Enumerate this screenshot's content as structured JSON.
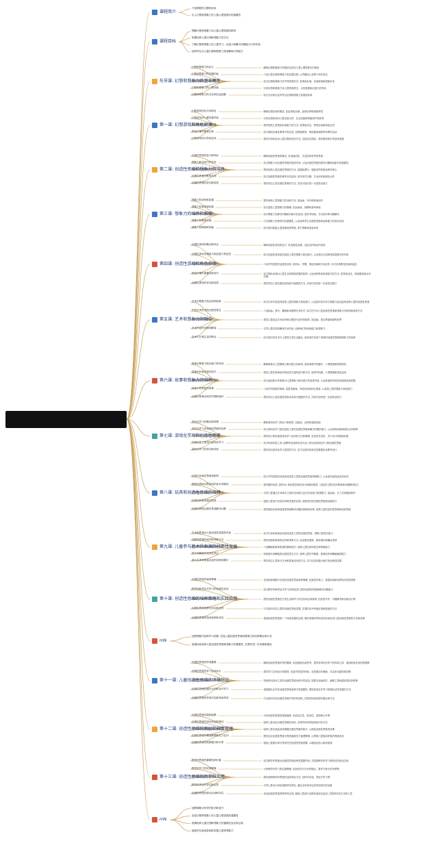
{
  "root": {
    "label": ""
  },
  "colors": {
    "line": "#c9a15a",
    "chapter_text": "#1a3a7a",
    "root_bg": "#111111",
    "icon_blue": "#3b78c4",
    "icon_orange": "#f0a33a",
    "icon_teal": "#43a5a0",
    "icon_red": "#d9533b",
    "icon_gray": "#9aa3ad"
  },
  "chapters": [
    {
      "title": "课程简介",
      "icon": "book-icon",
      "color": "#3b78c4",
      "items": [
        {
          "text": "介绍课程的主题和目标",
          "detail": ""
        },
        {
          "text": "引入幻想和想象力在儿童心理发展中的重要性",
          "detail": ""
        }
      ]
    },
    {
      "title": "课程目标",
      "icon": "target-icon",
      "color": "#3b78c4",
      "items": [
        {
          "text": "理解幻想和想象力对儿童心理发展的影响",
          "detail": ""
        },
        {
          "text": "掌握培养儿童幻想和想象力的方法",
          "detail": ""
        },
        {
          "text": "了解幻想和想象力在儿童学习、创造力和解决问题能力中的作用",
          "detail": ""
        },
        {
          "text": "培养学生对儿童幻想和想象力的观察和引导能力",
          "detail": ""
        }
      ]
    },
    {
      "title": "先导课: 幻想和想象力的基本概念",
      "icon": "lightbulb-icon",
      "color": "#f0a33a",
      "items": [
        {
          "text": "幻想和想象力的定义",
          "detail": "解释幻想和想象力的概念及其在儿童心理发展中的角色"
        },
        {
          "text": "幻想和想象力的发展阶段",
          "detail": "介绍儿童幻想和想象力的发展过程, 从早期幼儿到青少年的变化"
        },
        {
          "text": "幻想和想象力的表现形式",
          "detail": "探讨幻想和想象力的不同表现形式, 如角色扮演、创造故事和想象未来"
        },
        {
          "text": "幻想和想象力的心理功能",
          "detail": "分析幻想和想象力对儿童情感表达、认知发展和创造力的作用"
        },
        {
          "text": "幻想和想象力的文化和社会因素",
          "detail": "探讨文化和社会环境对幻想和想象力发展的影响"
        }
      ]
    },
    {
      "title": "第一课: 幻想游戏和角色扮演",
      "icon": "puzzle-icon",
      "color": "#3b78c4",
      "items": [
        {
          "text": "幻想游戏的定义和特征",
          "detail": "解释幻想游戏的概念, 包括角色扮演、虚拟世界和想象情境"
        },
        {
          "text": "幻想游戏的心理发展作用",
          "detail": "分析幻想游戏对儿童自我认同、社交技能和情绪调节的影响"
        },
        {
          "text": "角色扮演的技巧和策略",
          "detail": "提供培养儿童角色扮演能力的方法, 如角色设定、情境创设和角色交流"
        },
        {
          "text": "角色扮演的教育应用",
          "detail": "探讨角色扮演在教育中的应用, 如情感教育、角色模拟和跨学科教学活动"
        },
        {
          "text": "幻想游戏的引导和支持",
          "detail": "提供引导和支持儿童幻想游戏的方法, 包括设定规则、提供素材和引导游戏发展"
        }
      ]
    },
    {
      "title": "第二课: 创造性思维和想象力的培养",
      "icon": "palette-icon",
      "color": "#f0a33a",
      "items": [
        {
          "text": "创造性思维的定义和特征",
          "detail": "解释创造性思维的概念, 包括独创性、灵活性和多样性思维"
        },
        {
          "text": "想象力和创造力的关系",
          "detail": "探讨想象力对创造性思维的促进作用, 以及创造性思维在解决问题和创新中的重要性"
        },
        {
          "text": "创造性思维的培养方法",
          "detail": "提供培养儿童创造性思维的方法, 如鼓励提问、鼓励多样性和培养好奇心"
        },
        {
          "text": "创造性思维的教育应用",
          "detail": "探讨创造性思维在教育中的应用, 如开放式问题、艺术创作和团队合作"
        },
        {
          "text": "创造性思维的评估和促进",
          "detail": "提供评估儿童创造性思维的方法, 并探讨如何进一步激发创造力"
        }
      ]
    },
    {
      "title": "第三课: 想象力的培养和拓展",
      "icon": "rocket-icon",
      "color": "#3b78c4",
      "items": [
        {
          "text": "想象力的训练和发展",
          "detail": "提供培养儿童想象力的训练方法, 如绘画、写作和故事创作"
        },
        {
          "text": "想象力的激发和刺激",
          "detail": "探讨激发儿童想象力的策略, 包括阅读、观察和游戏体验"
        },
        {
          "text": "想象力的扩展和应用",
          "detail": "探讨想象力在解决问题和创新中的应用, 如科学探索、艺术创作和问题解决"
        },
        {
          "text": "想象力的教育价值",
          "detail": "讨论想象力在教育中的重要性, 以及培养学生创造性思维和创新能力的实际应用"
        },
        {
          "text": "想象力的跨越和突破",
          "detail": "探讨如何鼓励儿童突破常规思维, 勇于想象和探索未知"
        }
      ]
    },
    {
      "title": "第四课: 创造性游戏和角色扮演",
      "icon": "fire-icon",
      "color": "#d9533b",
      "items": [
        {
          "text": "创造性游戏的概念和特点",
          "detail": "解释创造性游戏的定义, 包括角色扮演、自由创作和合作游戏"
        },
        {
          "text": "创造性游戏对想象力和创造力的促进",
          "detail": "探讨创造性游戏如何激发儿童的想象力和创造力, 以及其在认知和情感发展中的作用"
        },
        {
          "text": "创造性游戏的类型和应用",
          "detail": "介绍不同类型的创造性游戏, 如积木、拼图、角色扮演和艺术创作, 并讨论其教育应用和益处"
        },
        {
          "text": "角色扮演的重要性和技巧",
          "detail": "探讨角色扮演对儿童社交和情感发展的影响, 以及培养角色扮演技巧的方法, 如角色设定、情景模拟和合作沟通"
        },
        {
          "text": "创造性游戏的评估和促进",
          "detail": "提供评估儿童创造性游戏参与程度的方法, 并探讨如何进一步激发创造力"
        }
      ]
    },
    {
      "title": "第五课: 艺术和想象力的融合",
      "icon": "easel-icon",
      "color": "#3b78c4",
      "items": [
        {
          "text": "艺术对想象力的启发和培养",
          "detail": "探讨艺术作品如何激发儿童的想象力和创造力, 以及如何将艺术与想象力结合起来培养儿童的创造性思维"
        },
        {
          "text": "不同艺术形式的创造性表达",
          "detail": "介绍绘画、音乐、舞蹈和戏剧等艺术形式, 探讨它们对儿童创造性思维和想象力的影响和培养方法"
        },
        {
          "text": "艺术创作和幻想结合",
          "detail": "提供儿童结合艺术创作和幻想进行创作的指导, 如绘画、表达情感和虚构世界"
        },
        {
          "text": "艺术作品的欣赏和解读",
          "detail": "引导儿童欣赏和解读艺术作品, 培养他们的审美能力和想象力"
        },
        {
          "text": "艺术与日常生活的联合",
          "detail": "探讨如何将艺术与儿童的日常生活融合, 促进他们在各个领域的创造性思维和想象力的培养"
        }
      ]
    },
    {
      "title": "第六课: 故事和想象力的培养",
      "icon": "fire-icon",
      "color": "#d9533b",
      "items": [
        {
          "text": "故事对想象力和创造力的作用",
          "detail": "解释故事对儿童想象力和创造力的影响, 如故事情节的展开、人物塑造和情感体验"
        },
        {
          "text": "故事创作和讲述的技巧",
          "detail": "提供儿童在故事创作和讲述方面的技巧和方法, 如情节构建、人物塑造和语言运用"
        },
        {
          "text": "阅读和分享故事的重要性",
          "detail": "探讨阅读和分享故事对儿童想象力和创造力的促进作用, 以及家庭和学校如何营造阅读氛围"
        },
        {
          "text": "探索不同类型的故事",
          "detail": "介绍不同类型的故事, 如童话故事、神话传说和科幻故事, 以激发儿童的想象力和创造力"
        },
        {
          "text": "创造性故事活动的开展和组织",
          "detail": "提供评估儿童创造性故事活动参与程度的方法, 并探讨如何进一步激发创造力"
        }
      ]
    },
    {
      "title": "第七课: 游戏化学习和创造性思维",
      "icon": "gamepad-icon",
      "color": "#43a5a0",
      "items": [
        {
          "text": "游戏化学习的概念和原理",
          "detail": "解释游戏化学习的定义和原则, 如挑战、反馈和激励机制"
        },
        {
          "text": "游戏化学习对创造性思维的培养",
          "detail": "探讨游戏化学习如何激发儿童的创造性思维和解决问题的能力, 以及培养创新和团队合作精神"
        },
        {
          "text": "游戏化学习的设计和实施",
          "detail": "提供设计和实施游戏化学习活动的方法和策略, 包括任务设定、关卡设计和奖励机制"
        },
        {
          "text": "利用科技工具进行游戏化学习",
          "detail": "探讨利用科技工具 (如教育应用和在线平台) 来支持游戏化学习和创造性思维"
        },
        {
          "text": "游戏化学习的评估和成效",
          "detail": "提供评估游戏化学习成效的方法, 并讨论如何利用评估数据优化教学设计"
        }
      ]
    },
    {
      "title": "第八课: 玩具和创造性思维的培养",
      "icon": "toy-icon",
      "color": "#3b78c4",
      "items": [
        {
          "text": "玩具对创造性思维的影响",
          "detail": "探讨不同类型的玩具如何激发儿童的创造性思维和想象力, 以及如何选择适合的玩具"
        },
        {
          "text": "建构玩具和创意游戏的设计和使用",
          "detail": "提供建构玩具 (如积木) 和创意游戏的设计和使用指导, 以促进儿童的空间思维和问题解决能力"
        },
        {
          "text": "艺术和手工制作的创造性表达",
          "detail": "引导儿童通过艺术和手工制作活动表达自己的创造力和想象力, 如绘画、手工艺和模型制作"
        },
        {
          "text": "玩具创作和改造的实践",
          "detail": "鼓励儿童进行玩具创作和改造的实践, 培养他们的创造性思维和创新能力"
        },
        {
          "text": "利用玩具和创造性思维解决问题",
          "detail": "提供使用玩具和创造性思维解决问题的案例和实践, 培养儿童的批判性思维和创新思维"
        }
      ]
    },
    {
      "title": "第九课: 儿童参与艺术和表演的创造性发展",
      "icon": "mask-icon",
      "color": "#f0a33a",
      "items": [
        {
          "text": "艺术和表演对儿童创造性发展的作用",
          "detail": "探讨艺术和表演活动如何激发儿童的创造性思维、想象力和表达能力"
        },
        {
          "text": "戏剧和表演的创作和排练方法",
          "detail": "提供戏剧和表演的创作和排练方法, 包括角色塑造、剧本编写和舞台表现"
        },
        {
          "text": "舞蹈和肢体表演的表现和欣赏",
          "detail": "介绍舞蹈和肢体表演的基础知识, 培养儿童的身体表达和审美能力"
        },
        {
          "text": "音乐和舞蹈的创造性表达",
          "detail": "探索音乐和舞蹈的创造性表达方式, 培养儿童的节奏感、旋律创作和舞蹈编排能力"
        },
        {
          "text": "参与艺术和表演活动的实践和展示",
          "detail": "提供评估儿童参与艺术和表演活动的方法, 并讨论如何展示他们的创造性成果"
        }
      ]
    },
    {
      "title": "第十课: 创造性思维的培养策略和实践应用",
      "icon": "gear-icon",
      "color": "#43a5a0",
      "items": [
        {
          "text": "创造性思维的培养策略",
          "detail": "总结前面课程中涉及的创造性思维培养策略, 如激发好奇心、鼓励探索和培养批判性思维等"
        },
        {
          "text": "跨学科和项目式学习的创造性应用",
          "detail": "探讨跨学科和项目式学习如何促进儿童的创造性思维和解决问题能力"
        },
        {
          "text": "创造性思维的实践应用",
          "detail": "提供创造性思维在日常生活和学习中的实际应用案例, 如创意写作、问题解决和创新设计等"
        },
        {
          "text": "创造性思维培养的评估和反馈",
          "detail": "讨论如何评估儿童的创造性思维发展, 并提供给予积极反馈和鼓励的方法"
        },
        {
          "text": "创造性思维的持续培养和支持",
          "detail": "强调创造性思维是一个持续发展的过程, 提供家庭和学校如何持续支持儿童创造性思维的方法和资源"
        }
      ]
    },
    {
      "title": "mN",
      "icon": "home-icon",
      "color": "#d9533b",
      "items": [
        {
          "text": "回顾课程内容和学习成果, 总结儿童创造性思维和想象力的培养要点和方法",
          "detail": ""
        },
        {
          "text": "强调持续培养儿童创造性思维和想象力的重要性, 并提供进一步资源和建议",
          "detail": ""
        }
      ]
    },
    {
      "title": "第十一课: 儿童创造性思维的环境创设",
      "icon": "plant-icon",
      "color": "#3b78c4",
      "items": [
        {
          "text": "创造性思维的环境要素",
          "detail": "解释创造性思维环境的要素, 包括鼓励自由思考、提供多样化的学习材料和工具、营造积极支持的氛围等"
        },
        {
          "text": "创造性思维的学习空间设计",
          "detail": "提供学习空间设计的原则, 包括开放性的布局、创意展示的墙面、灵活多功能的家具等"
        },
        {
          "text": "创造性思维的技术工具应用",
          "detail": "探索现代技术工具在创造性思维培养中的应用, 如数字绘画软件、编程工具和虚拟现实体验等"
        },
        {
          "text": "创造性思维的团队合作和合作学习",
          "detail": "强调团队合作在创造性思维培养中的重要性, 提供促进合作学习和团队创意发展的方法"
        },
        {
          "text": "创造性思维的环境评估和持续改进",
          "detail": "讨论如何评估创造性思维环境的有效性, 并提供持续改进的建议和方法"
        }
      ]
    },
    {
      "title": "第十二课: 创造性思维的激励和自我管理",
      "icon": "trophy-icon",
      "color": "#f0a33a",
      "items": [
        {
          "text": "创造性思维的激励因素",
          "detail": "分析创造性思维的激励因素, 包括自主性、挑战性、奖励和认可等"
        },
        {
          "text": "创造性思维的目标设定和规划",
          "detail": "指导儿童设定创造性思维的目标, 并提供有效规划和执行的方法"
        },
        {
          "text": "创造性思维的自我监控和调整",
          "detail": "培养儿童自我监控和调整创造性思维的能力, 以提高创造性思维的效果"
        },
        {
          "text": "创造性思维的情绪管理和压力应对",
          "detail": "提供应对创造性思维中的情绪和压力管理策略, 以帮助儿童保持积极的情绪状态"
        },
        {
          "text": "创造性思维的成果展示和分享",
          "detail": "鼓励儿童展示和分享他们的创造性思维成果, 以增强自信心和成就感"
        }
      ]
    },
    {
      "title": "第十三课: 创造性思维的跨学科应用",
      "icon": "atom-icon",
      "color": "#d9533b",
      "items": [
        {
          "text": "跨学科思维的重要性和价值",
          "detail": "探讨跨学科思维对创造性思维培养的重要作用, 并强调跨学科学习和知识的综合应用"
        },
        {
          "text": "跨学科学习的实施策略",
          "detail": "分析跨学科学习的实施策略, 包括科学与艺术的融合、数学与音乐的关联等"
        },
        {
          "text": "跨学科思维的创新项目",
          "detail": "提供培养跨学科思维的创新项目方法, 如科学实验、项目式学习等"
        },
        {
          "text": "跨学科项目的评估和反思",
          "detail": "引导儿童设计和实施跨学科项目, 通过合作和评估来完成他们的创新"
        },
        {
          "text": "创造性思维的综合应用和评估",
          "detail": "总结创造性思维的跨学科应用, 鼓励儿童进行创新性地综合应用, 并提供评估方法和工具"
        }
      ]
    },
    {
      "title": "mN",
      "icon": "home-icon",
      "color": "#d9533b",
      "items": [
        {
          "text": "回顾课程中所学的知识和技巧",
          "detail": ""
        },
        {
          "text": "总结幻想和想象力对儿童心理发展的重要性",
          "detail": ""
        },
        {
          "text": "强调培养儿童幻想和想象力的重要性及实际应用",
          "detail": ""
        },
        {
          "text": "鼓励学生继续探索和发展儿童的想象力",
          "detail": ""
        }
      ]
    }
  ]
}
